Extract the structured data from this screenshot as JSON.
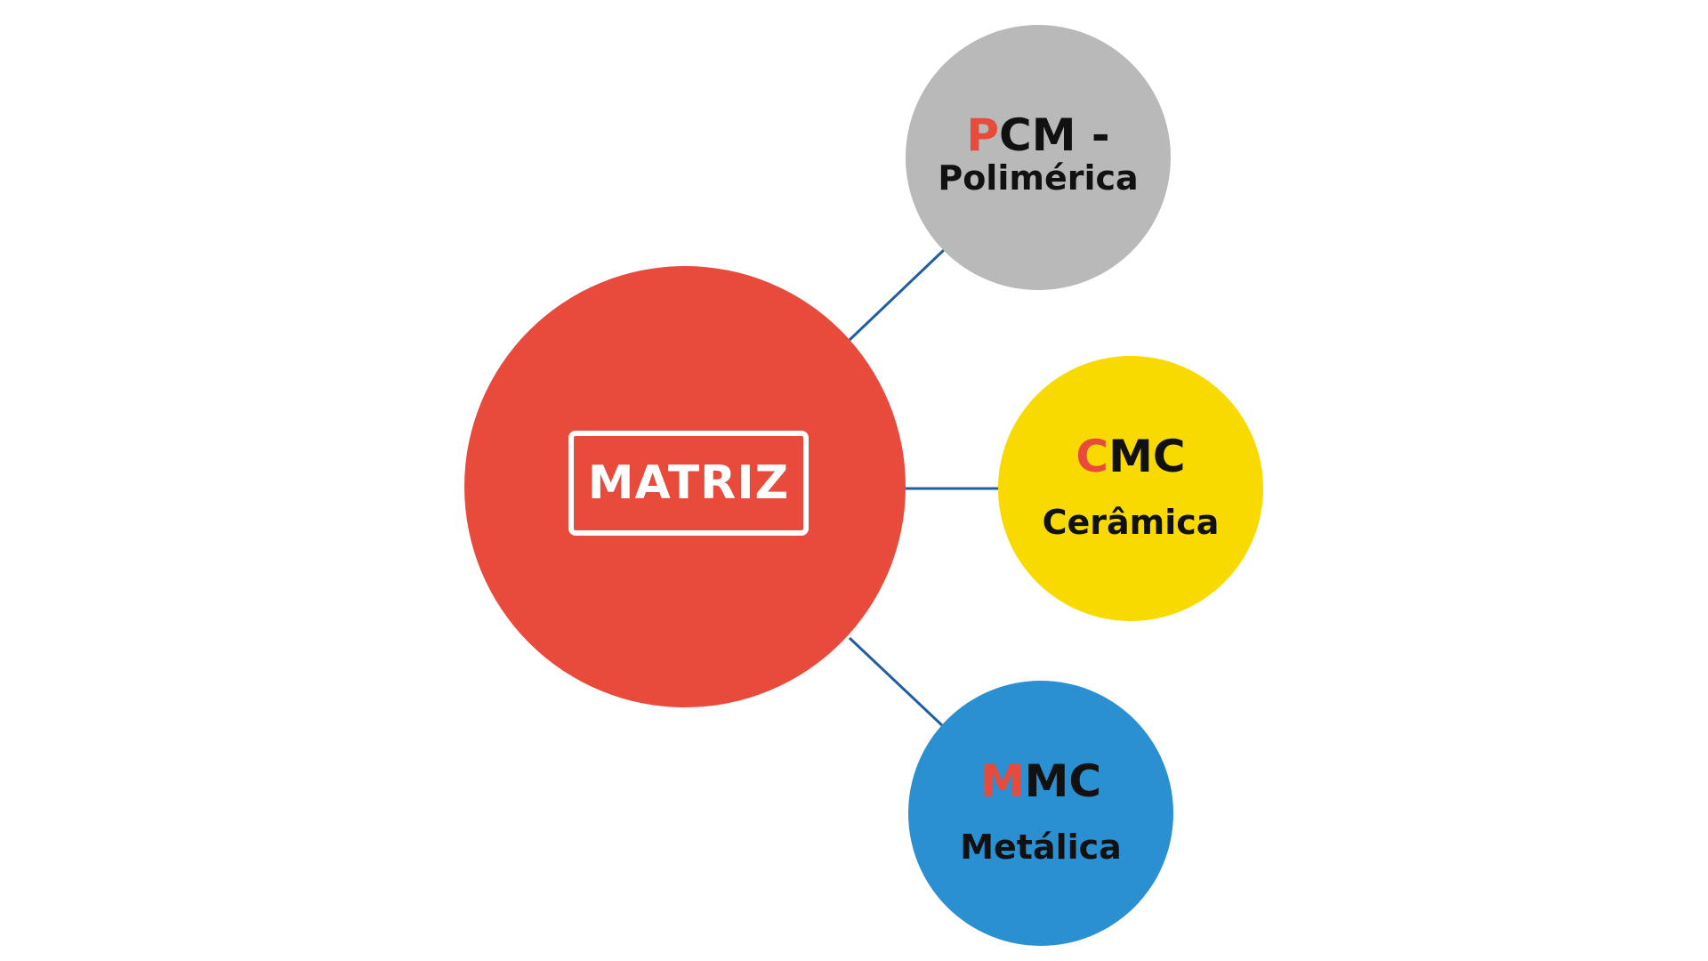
{
  "diagram": {
    "center": {
      "label": "MATRIZ",
      "color": "#E84B3C"
    },
    "nodes": [
      {
        "first_letter": "P",
        "rest": "CM -",
        "sub": "Polimérica",
        "color": "#B9B9B9"
      },
      {
        "first_letter": "C",
        "rest": "MC",
        "sub": "Cerâmica",
        "color": "#F8DA00"
      },
      {
        "first_letter": "M",
        "rest": "MC",
        "sub": "Metálica",
        "color": "#2A90D1"
      }
    ],
    "accent_color": "#E84B3C",
    "connector_color": "#1F5FA0"
  }
}
